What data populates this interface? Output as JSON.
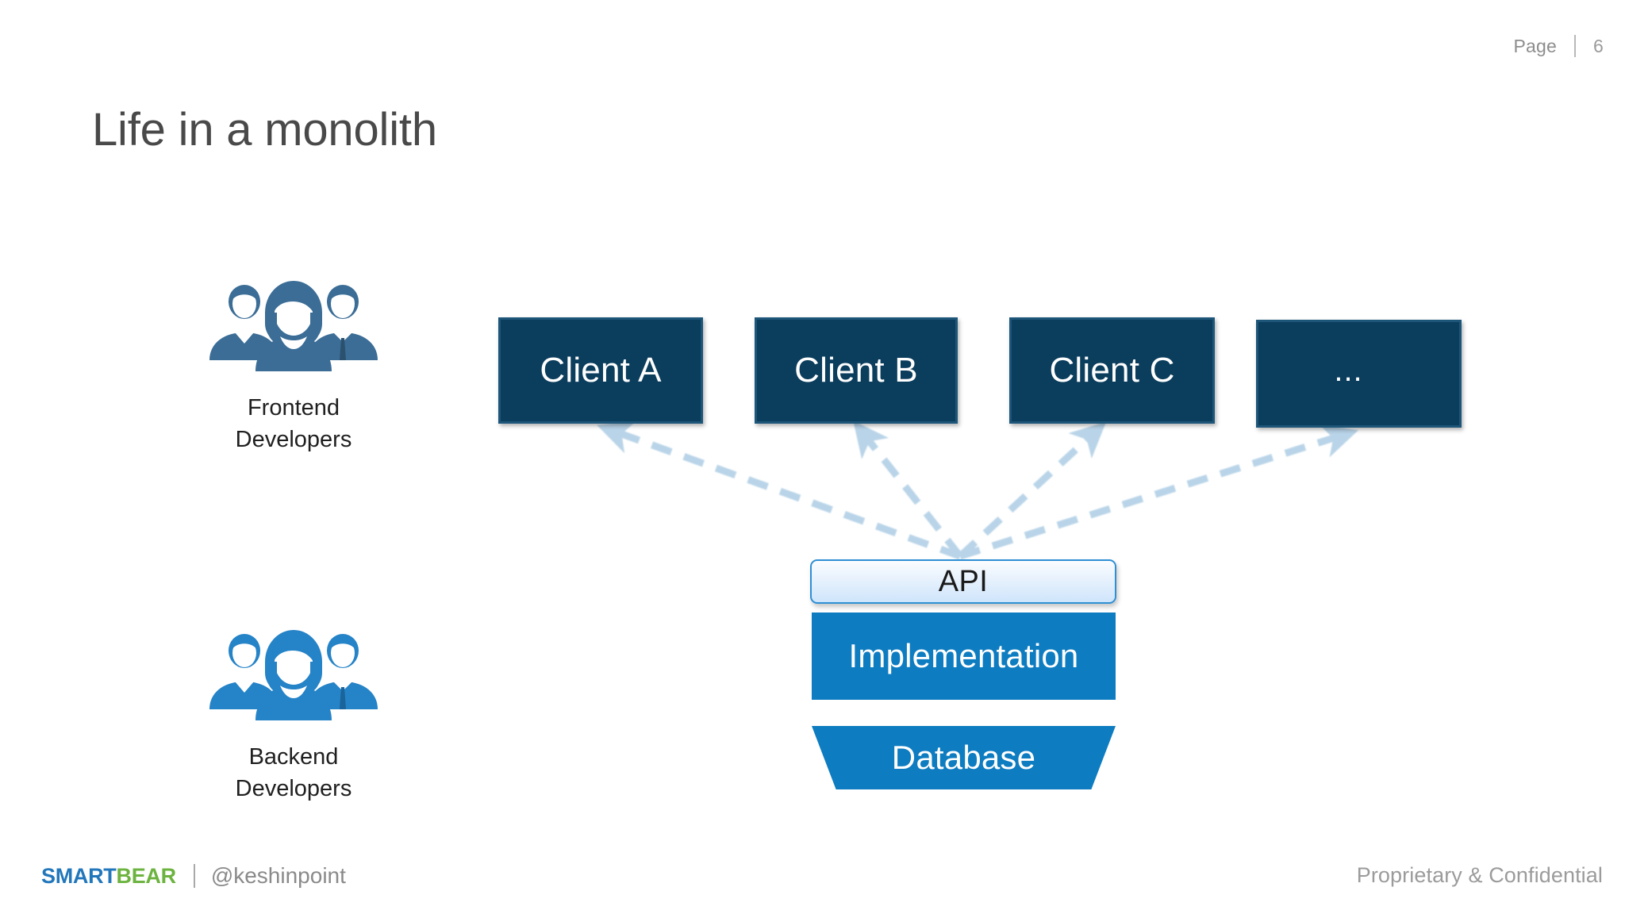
{
  "header": {
    "page_word": "Page",
    "page_number": "6"
  },
  "title": "Life in a monolith",
  "groups": [
    {
      "icon": "people-group-icon",
      "label": "Frontend\nDevelopers",
      "color": "#3b6d96"
    },
    {
      "icon": "people-group-icon",
      "label": "Backend\nDevelopers",
      "color": "#2583c7"
    }
  ],
  "clients": [
    {
      "label": "Client A"
    },
    {
      "label": "Client B"
    },
    {
      "label": "Client C"
    },
    {
      "label": "..."
    }
  ],
  "stack": {
    "api": "API",
    "implementation": "Implementation",
    "database": "Database"
  },
  "footer": {
    "logo_first": "SMART",
    "logo_second": "BEAR",
    "handle": "@keshinpoint",
    "confidential": "Proprietary & Confidential"
  },
  "colors": {
    "client_fill": "#0b3d5d",
    "client_border": "#1d5679",
    "impl_fill": "#0d7cc0",
    "api_border": "#2e8fd4",
    "arrow": "#b9d4e8",
    "title_text": "#494949",
    "logo_blue": "#2277bb",
    "logo_green": "#6cb33f"
  }
}
